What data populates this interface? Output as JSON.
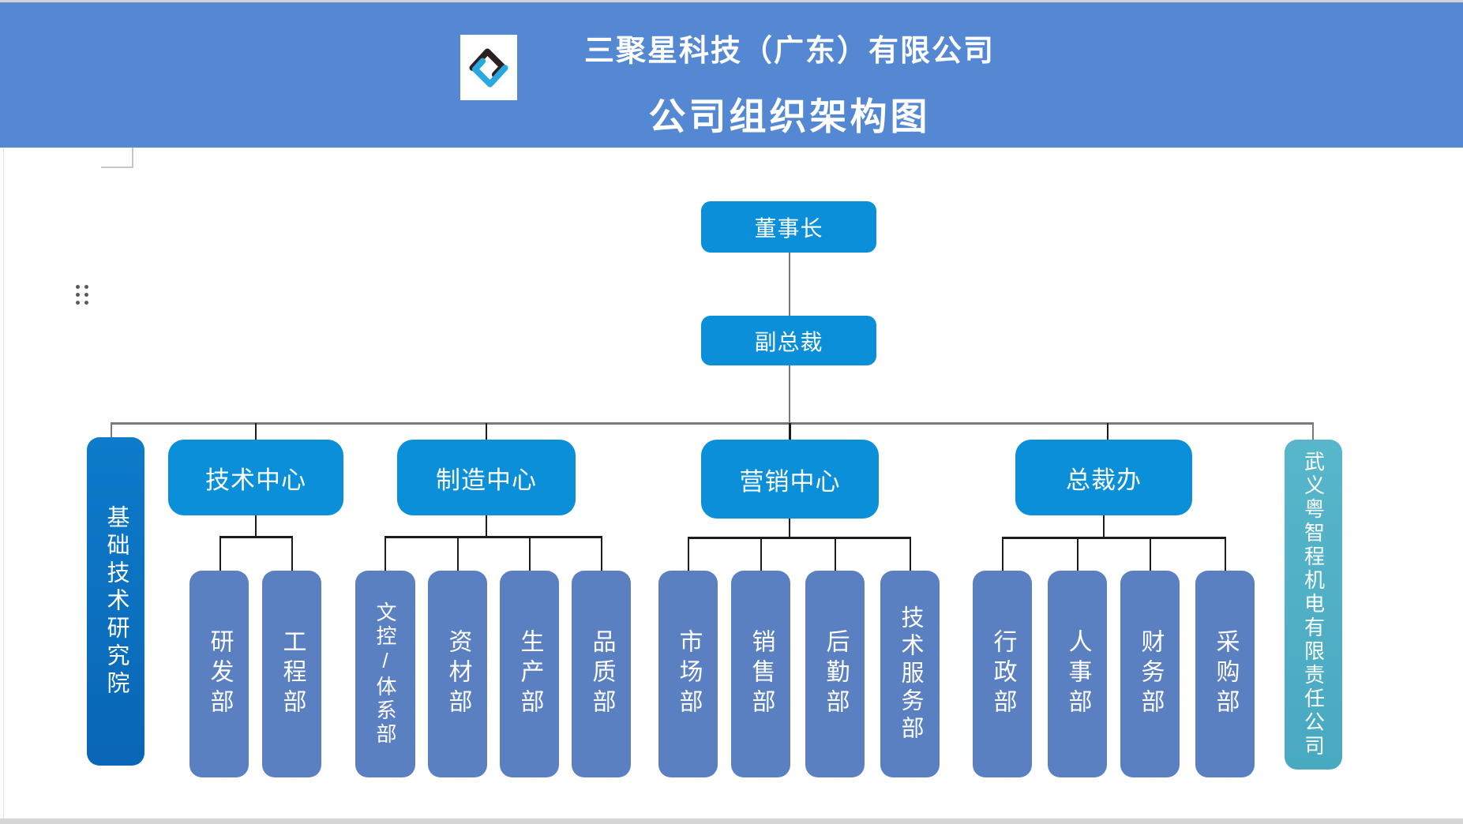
{
  "header": {
    "company_name": "三聚星科技（广东）有限公司",
    "chart_title": "公司组织架构图",
    "logo": {
      "shape": "interlocked-s-monogram",
      "dark_color": "#2b2123",
      "blue_color": "#29a8e0",
      "background": "#ffffff"
    }
  },
  "org": {
    "root": {
      "label": "董事长"
    },
    "vice": {
      "label": "副总裁"
    },
    "left_affiliate": {
      "label": "基础技术研究院"
    },
    "right_affiliate": {
      "label": "武义粤智程机电有限责任公司"
    },
    "branches": [
      {
        "label": "技术中心",
        "children": [
          "研发部",
          "工程部"
        ]
      },
      {
        "label": "制造中心",
        "children": [
          "文控/体系部",
          "资材部",
          "生产部",
          "品质部"
        ]
      },
      {
        "label": "营销中心",
        "children": [
          "市场部",
          "销售部",
          "后勤部",
          "技术服务部"
        ]
      },
      {
        "label": "总裁办",
        "children": [
          "行政部",
          "人事部",
          "财务部",
          "采购部"
        ]
      }
    ]
  },
  "colors": {
    "banner": "#5588d2",
    "primary_node": "#0a8fd8",
    "dept_node": "#5b80c2",
    "left_affiliate_node": "#0b6fbe",
    "right_affiliate_node": "#4fafc5",
    "connector_gray": "#7a7a7a",
    "connector_black": "#1c1c1c"
  }
}
